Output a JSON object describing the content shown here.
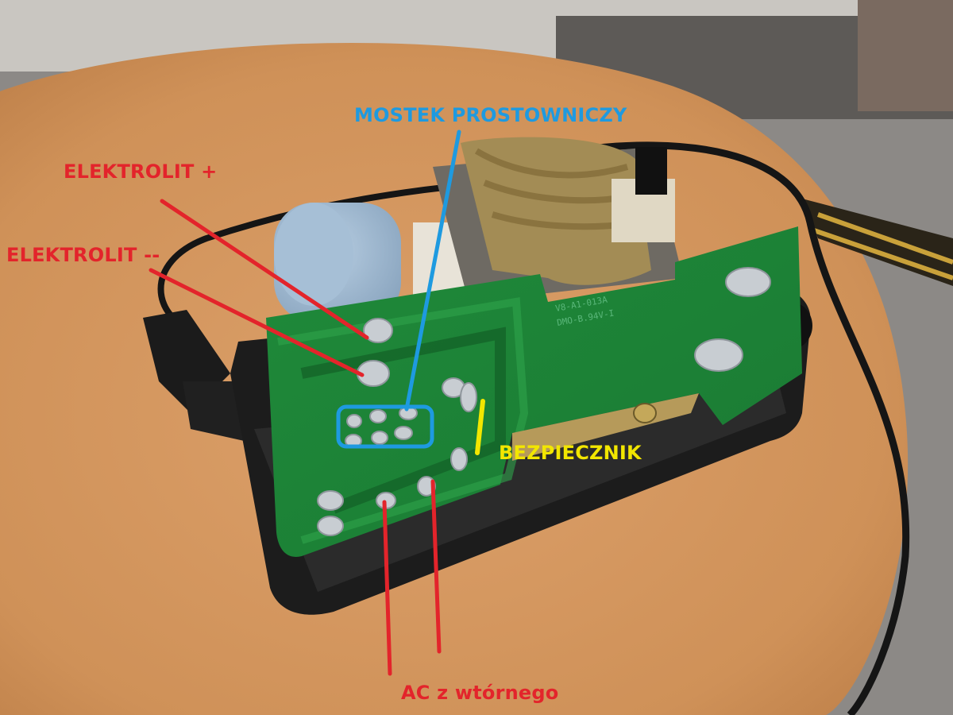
{
  "annotations": {
    "mostek": {
      "text": "MOSTEK PROSTOWNICZY",
      "color": "#1e9ae0"
    },
    "elektrolit_plus": {
      "text": "ELEKTROLIT +",
      "color": "#e3242b"
    },
    "elektrolit_minus": {
      "text": "ELEKTROLIT --",
      "color": "#e3242b"
    },
    "bezpiecznik": {
      "text": "BEZPIECZNIK",
      "color": "#f2e600"
    },
    "ac": {
      "text": "AC z wtórnego",
      "color": "#e3242b"
    }
  },
  "board_markings": [
    "V8-A1-013A",
    "DMO-B.94V-I"
  ]
}
